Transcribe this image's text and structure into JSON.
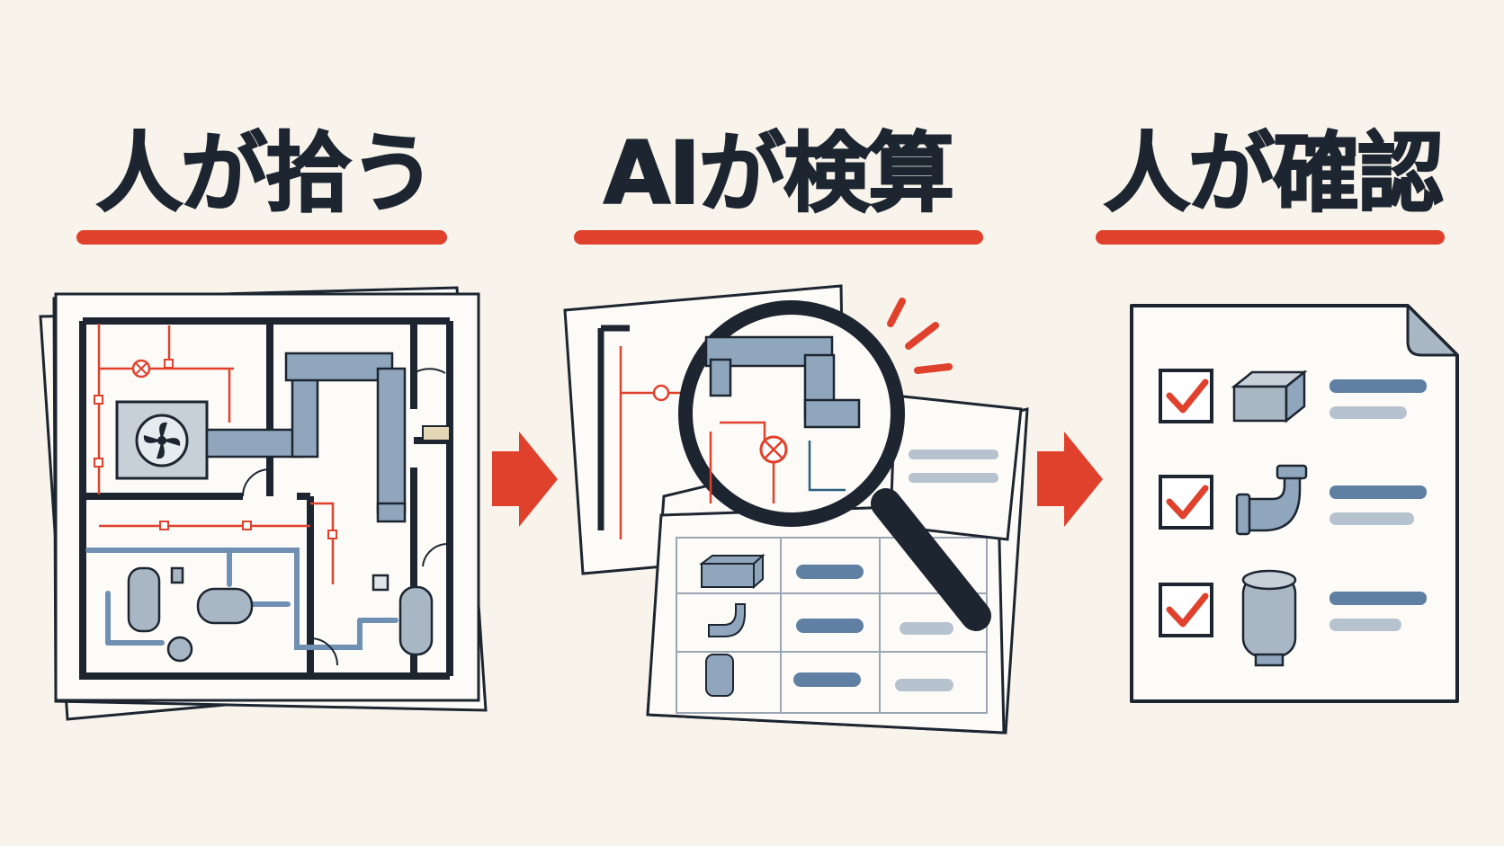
{
  "steps": [
    {
      "title": "人が拾う",
      "illustration": "floor-plan-blueprint"
    },
    {
      "title": "AIが検算",
      "illustration": "magnifying-glass-over-table"
    },
    {
      "title": "人が確認",
      "illustration": "checklist-document"
    }
  ],
  "colors": {
    "background": "#f8f4ec",
    "ink": "#1c2530",
    "accent_red": "#e0412c",
    "duct_blue": "#8fa6bd",
    "pipe_blue": "#6f8fb3",
    "bar_dark": "#5f7fa3",
    "bar_light": "#b6c3cf"
  },
  "checklist": [
    {
      "item_icon": "duct-box-icon",
      "checked": true
    },
    {
      "item_icon": "pipe-elbow-icon",
      "checked": true
    },
    {
      "item_icon": "tank-cylinder-icon",
      "checked": true
    }
  ],
  "arrows": [
    "arrow-right-icon",
    "arrow-right-icon"
  ]
}
